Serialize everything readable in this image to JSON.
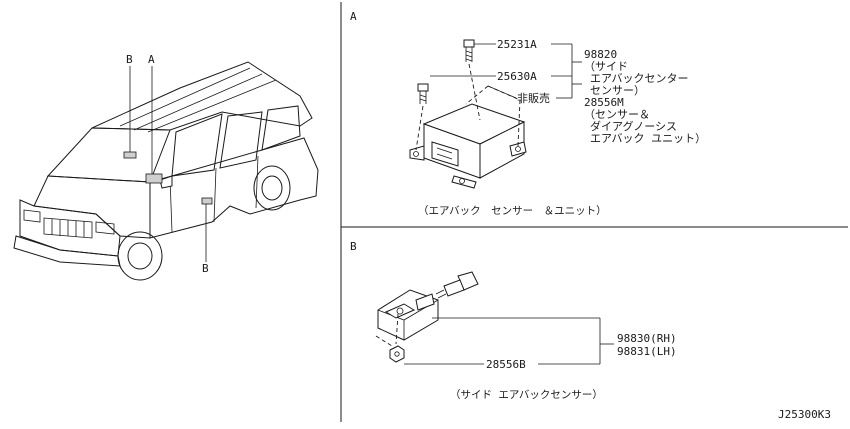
{
  "panels": {
    "a": {
      "letter": "A",
      "caption": "（エアバック　センサー　＆ユニット）",
      "callouts": {
        "bolt1": "25231A",
        "bolt2": "25630A",
        "not_sold": "非販売",
        "part1_number": "98820",
        "part1_desc": [
          "（サイド",
          "エアバックセンター",
          "センサー）"
        ],
        "part2_number": "28556M",
        "part2_desc": [
          "（センサー＆",
          "ダイアグノーシス",
          "エアバック ユニット）"
        ]
      }
    },
    "b": {
      "letter": "B",
      "caption": "（サイド エアバックセンサー）",
      "callouts": {
        "nut": "28556B",
        "rh": "98830(RH)",
        "lh": "98831(LH)"
      }
    }
  },
  "vehicle": {
    "markers": [
      "B",
      "A",
      "B"
    ]
  },
  "diagram_code": "J25300K3"
}
